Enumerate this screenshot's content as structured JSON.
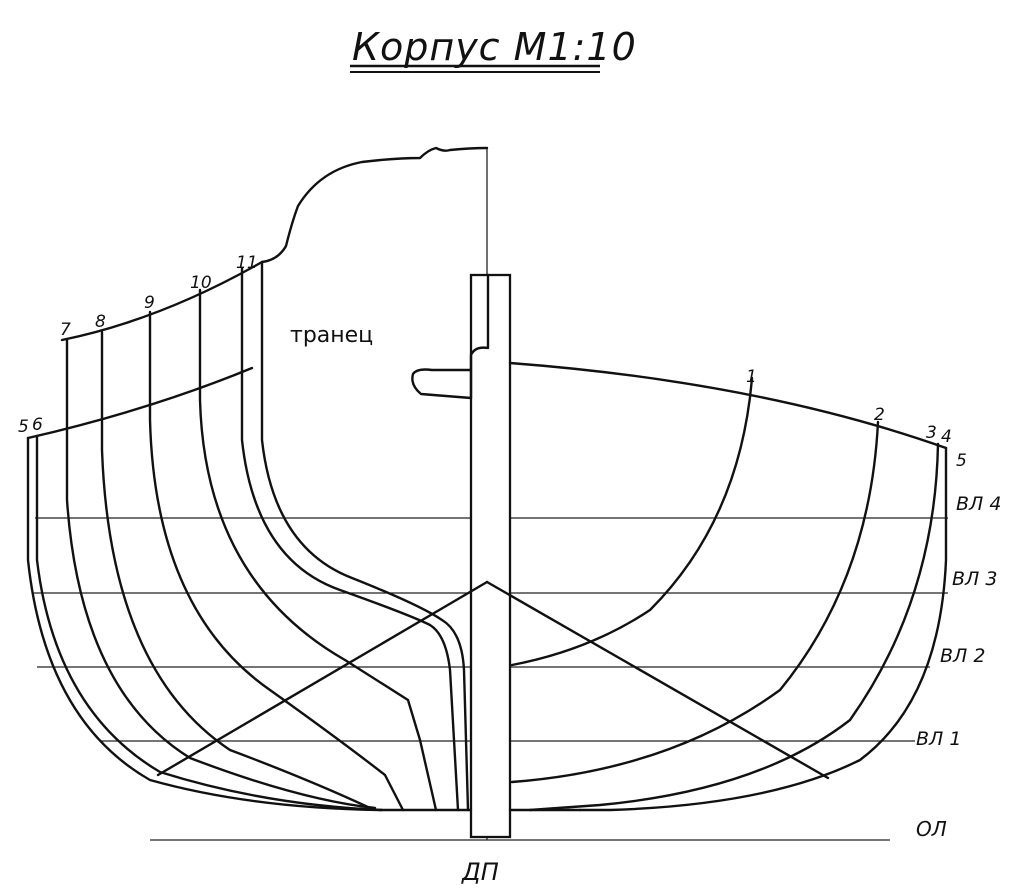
{
  "title": "Корпус  М1:10",
  "transom_label": "транец",
  "centerline_label": "ДП",
  "baseline_label": "ОЛ",
  "waterlines": [
    "ВЛ 1",
    "ВЛ 2",
    "ВЛ 3",
    "ВЛ 4"
  ],
  "stations_left": [
    "5",
    "6",
    "7",
    "8",
    "9",
    "10",
    "11"
  ],
  "stations_right": [
    "1",
    "2",
    "3",
    "4",
    "5"
  ],
  "colors": {
    "ink": "#111111",
    "paper": "#ffffff"
  }
}
